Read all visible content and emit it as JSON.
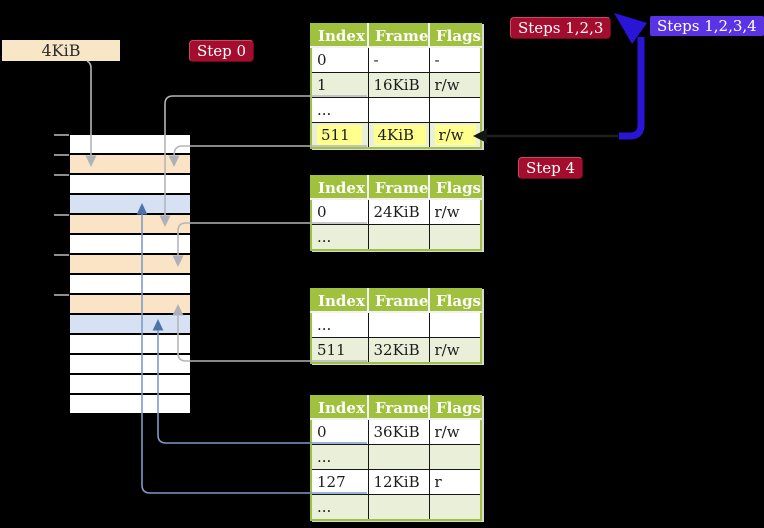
{
  "frame_box": {
    "label": "4KiB"
  },
  "labels": {
    "step0": "Step 0",
    "steps123": "Steps 1,2,3",
    "steps1234": "Steps 1,2,3,4",
    "step4": "Step 4"
  },
  "tables": {
    "headers": [
      "Index",
      "Frame",
      "Flags"
    ],
    "level1": {
      "rows": [
        [
          "0",
          "-",
          "-"
        ],
        [
          "1",
          "16KiB",
          "r/w"
        ],
        [
          "...",
          "",
          ""
        ],
        [
          "511",
          "4KiB",
          "r/w"
        ]
      ],
      "highlighted_row_index": 3
    },
    "level2": {
      "rows": [
        [
          "0",
          "24KiB",
          "r/w"
        ],
        [
          "...",
          "",
          ""
        ]
      ]
    },
    "level3": {
      "rows": [
        [
          "...",
          "",
          ""
        ],
        [
          "511",
          "32KiB",
          "r/w"
        ]
      ]
    },
    "level4": {
      "rows": [
        [
          "0",
          "36KiB",
          "r/w"
        ],
        [
          "...",
          "",
          ""
        ],
        [
          "127",
          "12KiB",
          "r"
        ],
        [
          "...",
          "",
          ""
        ]
      ]
    }
  },
  "stack": {
    "row_colors": [
      "white",
      "peach",
      "white",
      "blue",
      "peach",
      "white",
      "peach",
      "white",
      "peach",
      "blue",
      "white",
      "white",
      "white",
      "white"
    ]
  },
  "colors": {
    "background": "#000000",
    "table_header_green": "#9fc13d",
    "table_row_green": "#e9efd8",
    "highlight_yellow": "#feff8d",
    "badge_red": "#a50d2e",
    "badge_indigo": "#5a34e4",
    "loop_arrow_blue": "#2a14d6",
    "connector_gray": "#b4b6ba",
    "connector_blue": "#7e9bc8",
    "stack_peach": "#fbe3c6",
    "stack_blue": "#d6e2f4",
    "frame_box_cream": "#f8e7c6"
  }
}
